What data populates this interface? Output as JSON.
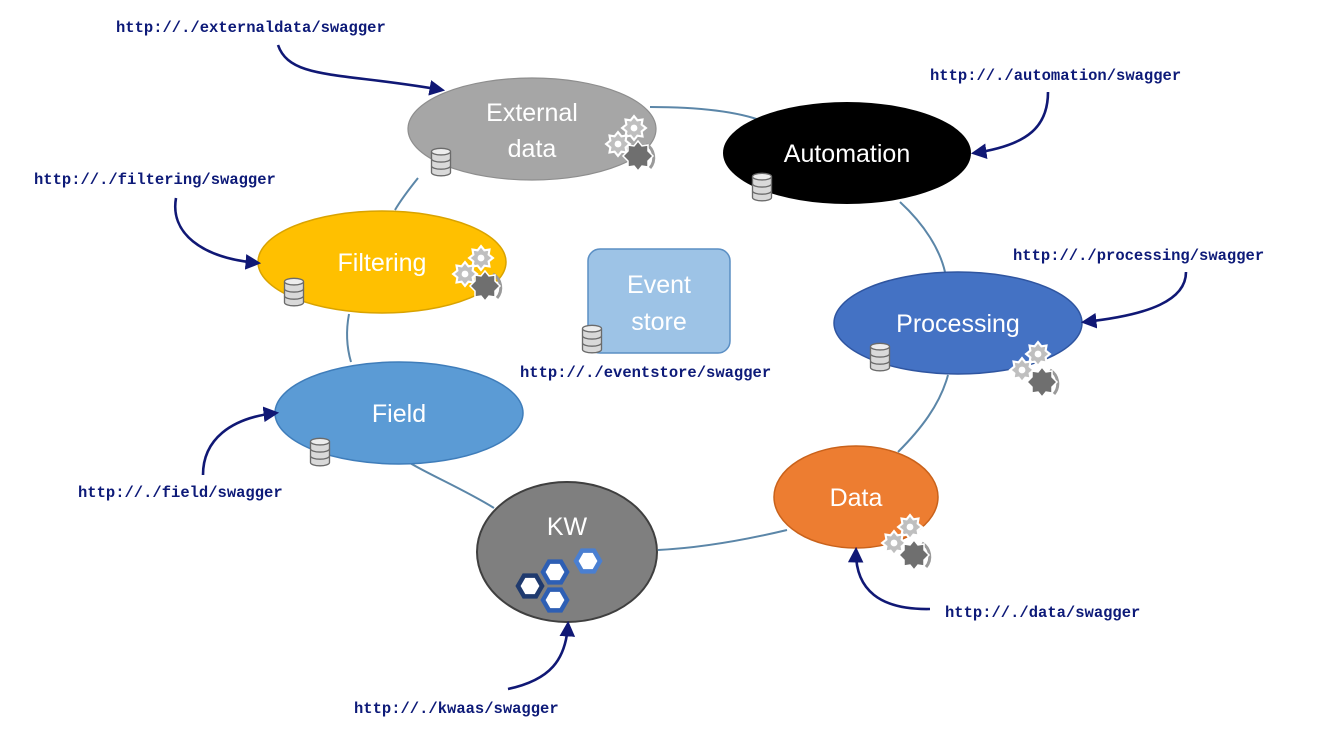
{
  "colors": {
    "ring": "#5b86a8",
    "arrow": "#101875",
    "url_text": "#0d1a78",
    "external_data": "#a6a6a6",
    "automation": "#000000",
    "processing": "#4472c4",
    "data": "#ed7d31",
    "kw": "#7f7f7f",
    "field": "#5b9bd5",
    "filtering": "#ffc000",
    "event_store": "#9dc3e6"
  },
  "nodes": {
    "external_data": {
      "line1": "External",
      "line2": "data",
      "icons": [
        "gears-icon",
        "database-icon"
      ]
    },
    "automation": {
      "label": "Automation",
      "icons": [
        "database-icon"
      ]
    },
    "processing": {
      "label": "Processing",
      "icons": [
        "gears-icon",
        "database-icon"
      ]
    },
    "data": {
      "label": "Data",
      "icons": [
        "gears-icon"
      ]
    },
    "kw": {
      "label": "KW",
      "icons": [
        "hexagons-icon"
      ]
    },
    "field": {
      "label": "Field",
      "icons": [
        "database-icon"
      ]
    },
    "filtering": {
      "label": "Filtering",
      "icons": [
        "gears-icon",
        "database-icon"
      ]
    },
    "event_store": {
      "line1": "Event",
      "line2": "store",
      "icons": [
        "database-icon"
      ]
    }
  },
  "urls": {
    "external_data": "http://./externaldata/swagger",
    "automation": "http://./automation/swagger",
    "filtering": "http://./filtering/swagger",
    "processing": "http://./processing/swagger",
    "event_store": "http://./eventstore/swagger",
    "field": "http://./field/swagger",
    "data": "http://./data/swagger",
    "kw": "http://./kwaas/swagger"
  }
}
